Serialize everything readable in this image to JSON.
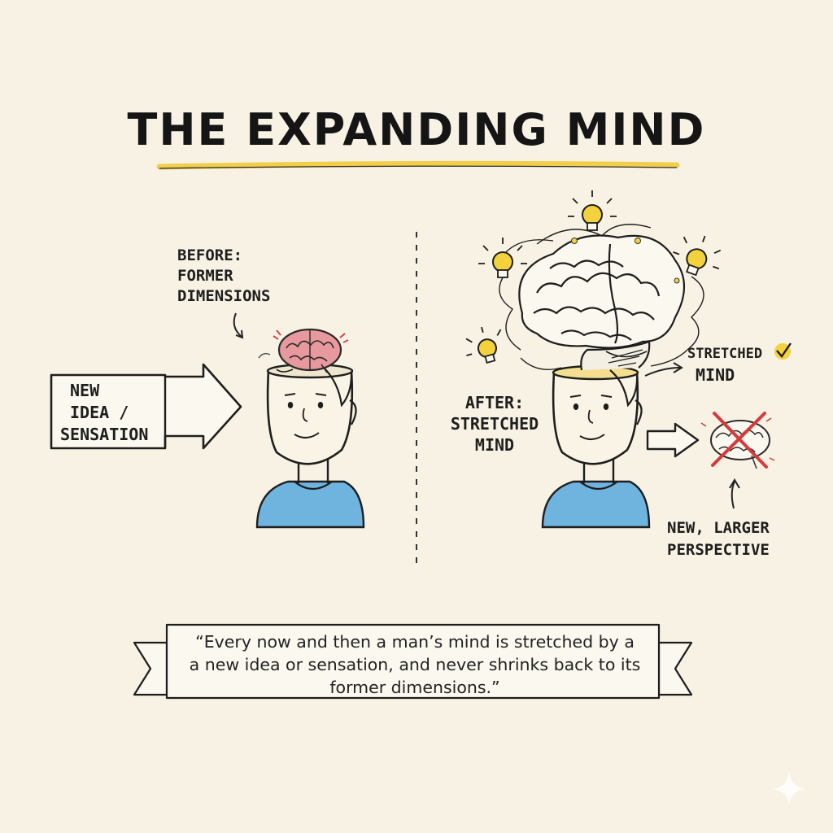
{
  "title": "THE EXPANDING MIND",
  "left_panel": {
    "before_label": [
      "BEFORE:",
      "FORMER",
      "DIMENSIONS"
    ],
    "arrow_label": [
      "NEW",
      "IDEA /",
      "SENSATION"
    ]
  },
  "right_panel": {
    "after_label": [
      "AFTER:",
      "STRETCHED",
      "MIND"
    ],
    "stretched_label": [
      "STRETCHED",
      "MIND"
    ],
    "perspective_label": [
      "NEW, LARGER",
      "PERSPECTIVE"
    ]
  },
  "quote": {
    "lines": [
      "“Every now and then a man’s mind is stretched by a",
      "a new idea or sensation, and never shrinks back to its",
      "former dimensions.”"
    ]
  },
  "colors": {
    "background": "#f7f2e4",
    "title_underline": "#f2cf4a",
    "shirt": "#6fb3df",
    "small_brain": "#e8999e",
    "bulb": "#f4d23d",
    "cross": "#d63a3a"
  },
  "icons": [
    "lightbulb-icon",
    "checkmark-icon",
    "brain-icon",
    "cross-icon",
    "sparkle-icon"
  ]
}
